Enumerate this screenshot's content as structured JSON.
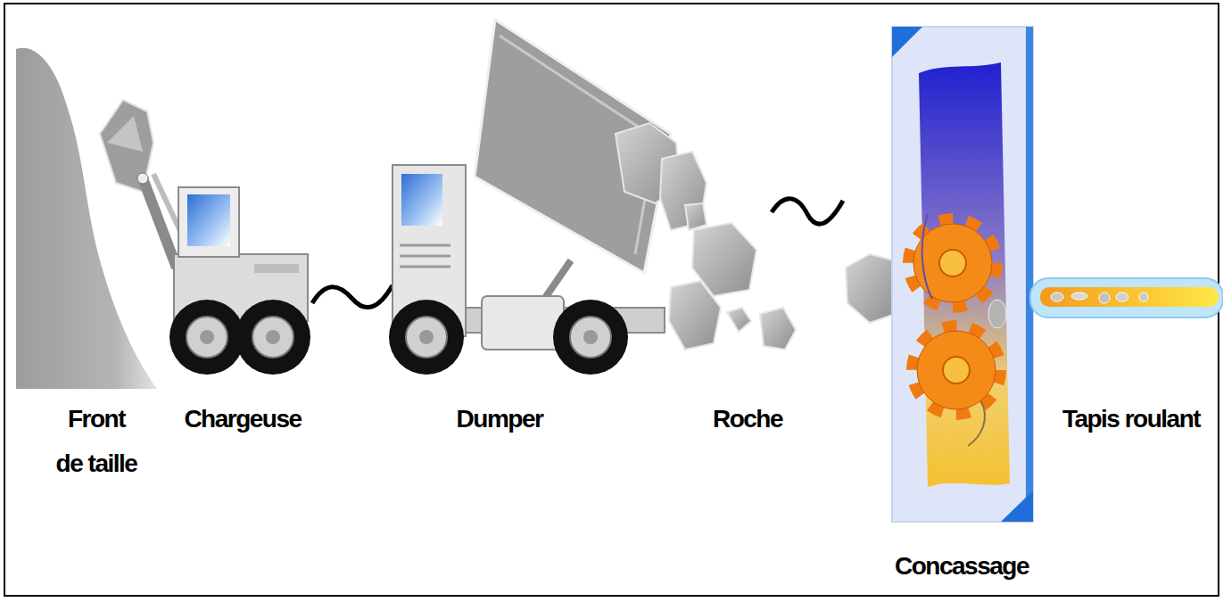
{
  "diagram": {
    "labels": [
      "Front de taille",
      "Chargeuse",
      "Dumper",
      "Roche",
      "Concassage",
      "Tapis roulant"
    ]
  }
}
